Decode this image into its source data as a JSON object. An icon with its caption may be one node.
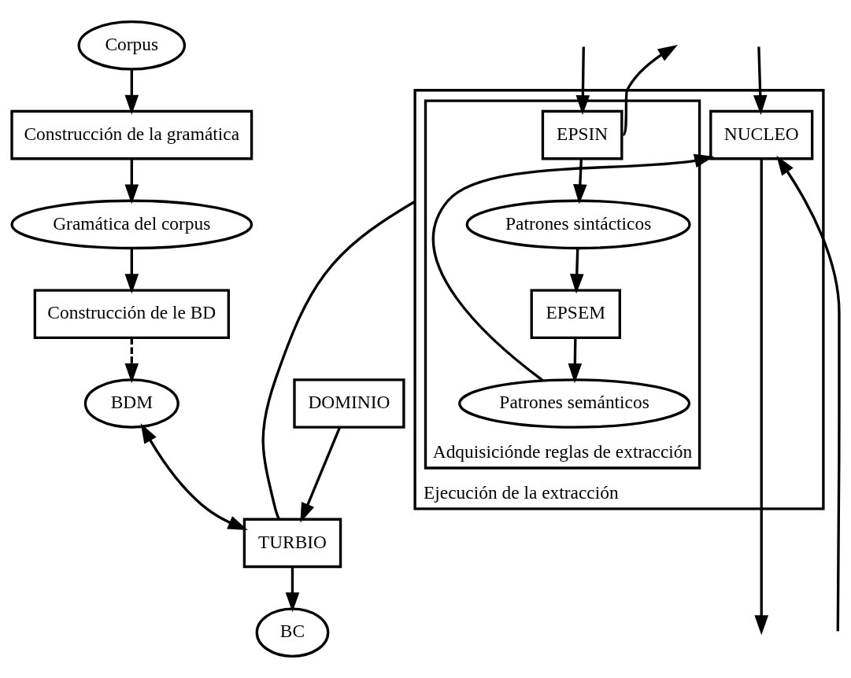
{
  "diagram": {
    "nodes": [
      {
        "text": [
          "Corpus"
        ]
      },
      {
        "text": [
          "Construcción de la gramática"
        ]
      },
      {
        "text": [
          "Gramática del corpus"
        ]
      },
      {
        "text": [
          "Construcción de le BD"
        ]
      },
      {
        "text": [
          "BDM"
        ]
      },
      {
        "text": [
          "TURBIO"
        ]
      },
      {
        "text": [
          "BC"
        ]
      },
      {
        "text": [
          "DOMINIO"
        ]
      },
      {
        "text": [
          "Ejecución de la extracción"
        ]
      },
      {
        "text": [
          "Adquisiciónde reglas de extracción"
        ],
        "in": 8
      },
      {
        "text": [
          "EPSIN"
        ],
        "in": 9
      },
      {
        "text": [
          "Patrones sintácticos"
        ],
        "in": 9
      },
      {
        "text": [
          "EPSEM"
        ],
        "in": 9
      },
      {
        "text": [
          "Patrones semánticos"
        ],
        "in": 9
      },
      {
        "text": [
          "NUCLEO"
        ],
        "in": 8
      }
    ],
    "edges": [
      {
        "from": 0,
        "to": 1,
        "arrow": "to"
      },
      {
        "from": 1,
        "to": 2,
        "arrow": "to"
      },
      {
        "from": 2,
        "to": 3,
        "arrow": "to"
      },
      {
        "from": 3,
        "to": 4,
        "arrow": "to",
        "style": "dashed"
      },
      {
        "from": 4,
        "to": 5,
        "arrow": "both"
      },
      {
        "from": 5,
        "to": 6,
        "arrow": "to"
      },
      {
        "from": 7,
        "to": 5,
        "arrow": "to"
      },
      {
        "from": 5,
        "to": 8,
        "arrow": "none"
      },
      {
        "from": 10,
        "to": null,
        "arrow": "to"
      },
      {
        "from": null,
        "to": 10,
        "arrow": "to"
      },
      {
        "from": 10,
        "to": 11,
        "arrow": "to"
      },
      {
        "from": 11,
        "to": 12,
        "arrow": "to"
      },
      {
        "from": 12,
        "to": 13,
        "arrow": "to"
      },
      {
        "from": 13,
        "to": 14,
        "arrow": "to"
      },
      {
        "from": null,
        "to": 14,
        "arrow": "to"
      },
      {
        "from": 14,
        "to": null,
        "arrow": "to"
      },
      {
        "from": null,
        "to": 14,
        "arrow": "to"
      }
    ]
  }
}
